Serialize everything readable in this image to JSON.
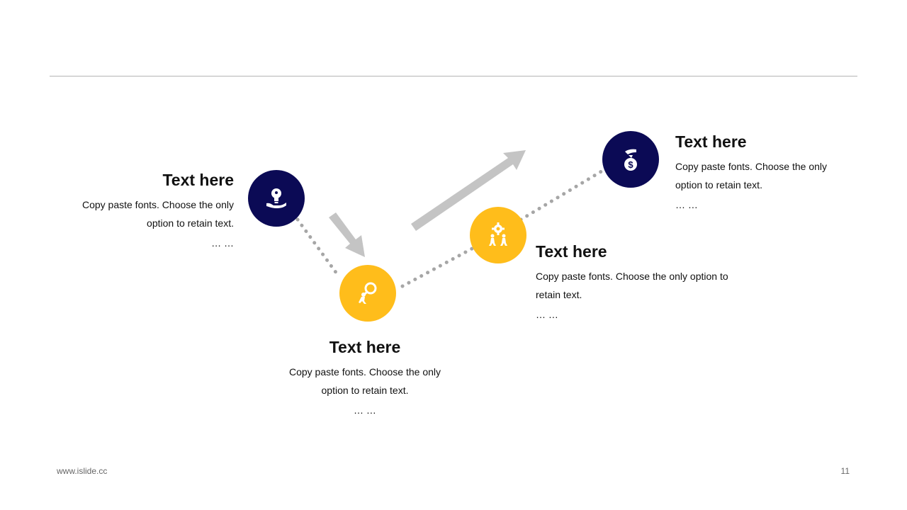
{
  "colors": {
    "navy": "#0b0a55",
    "gold": "#ffbd1b",
    "connector": "#a6a6a6",
    "arrow": "#c4c4c4",
    "divider": "#b5b5b5"
  },
  "steps": [
    {
      "title": "Text here",
      "body": "Copy paste fonts. Choose the only option to retain text.",
      "ellipsis": "… …",
      "icon": "lightbulb-hand-icon",
      "color": "navy"
    },
    {
      "title": "Text here",
      "body": "Copy paste fonts. Choose the only option to retain text.",
      "ellipsis": "… …",
      "icon": "person-with-magnifier-icon",
      "color": "gold"
    },
    {
      "title": "Text here",
      "body": "Copy paste fonts. Choose the only option to retain text.",
      "ellipsis": "… …",
      "icon": "people-with-gear-icon",
      "color": "gold"
    },
    {
      "title": "Text here",
      "body": "Copy paste fonts. Choose the only option to retain text.",
      "ellipsis": "… …",
      "icon": "hand-money-bag-icon",
      "color": "navy"
    }
  ],
  "footer": {
    "url": "www.islide.cc",
    "page": "11"
  }
}
